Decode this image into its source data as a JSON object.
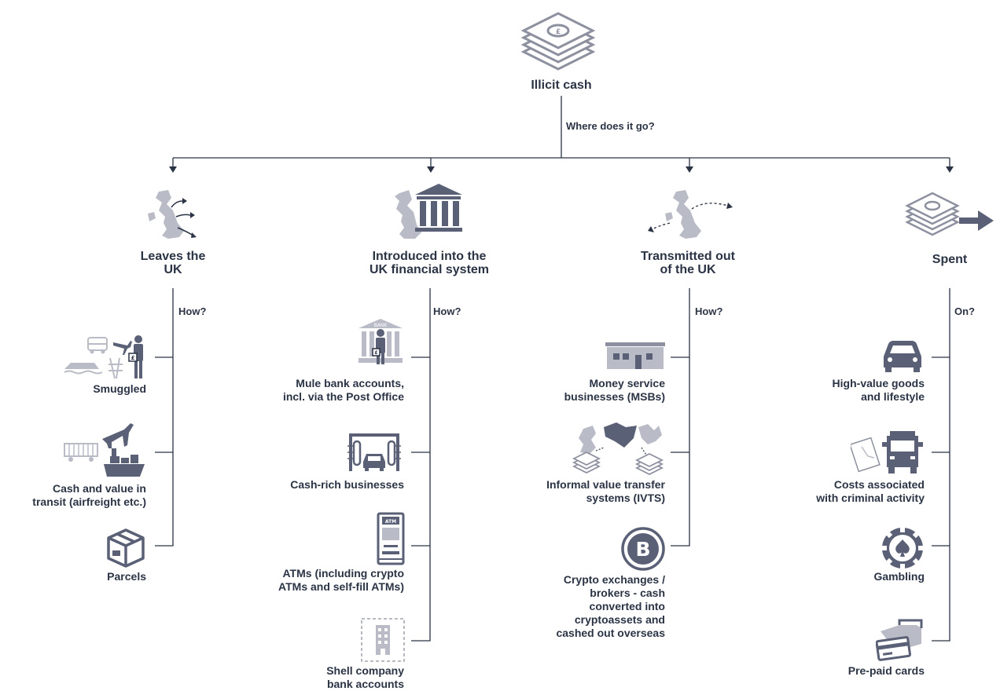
{
  "root": {
    "title": "Illicit cash",
    "question": "Where does it go?"
  },
  "branches": [
    {
      "heading": "Leaves the\nUK",
      "question": "How?",
      "items": [
        "Smuggled",
        "Cash and value in\ntransit (airfreight etc.)",
        "Parcels"
      ]
    },
    {
      "heading": "Introduced into the\nUK financial system",
      "question": "How?",
      "items": [
        "Mule bank accounts,\nincl. via the Post Office",
        "Cash-rich businesses",
        "ATMs (including crypto\nATMs and self-fill ATMs)",
        "Shell company\nbank accounts"
      ]
    },
    {
      "heading": "Transmitted out\nof the UK",
      "question": "How?",
      "items": [
        "Money service\nbusinesses (MSBs)",
        "Informal value transfer\nsystems (IVTS)",
        "Crypto exchanges /\nbrokers - cash\nconverted into\ncryptoassets and\ncashed out overseas"
      ]
    },
    {
      "heading": "Spent",
      "question": "On?",
      "items": [
        "High-value goods\nand lifestyle",
        "Costs associated\nwith criminal activity",
        "Gambling",
        "Pre-paid cards"
      ]
    }
  ],
  "icon_labels": {
    "pound": "£",
    "bank": "BANK",
    "atm": "ATM",
    "bitcoin": "B"
  },
  "colors": {
    "line": "#2b3445",
    "icon_dark": "#5a6075",
    "icon_light": "#b9bcc7"
  }
}
